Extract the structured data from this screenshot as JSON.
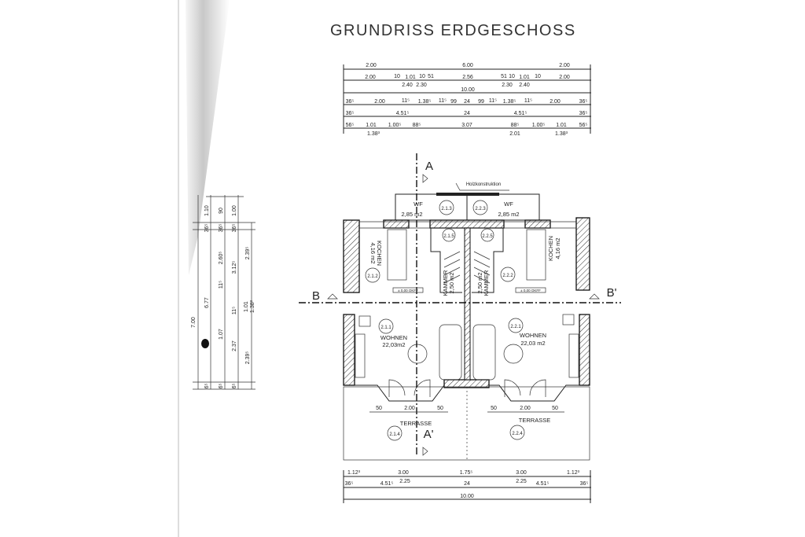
{
  "title": "GRUNDRISS ERDGESCHOSS",
  "top_dims": {
    "r1": [
      "2.00",
      "6.00",
      "2.00"
    ],
    "r2": [
      "2.00",
      "10",
      "1.01",
      "10",
      "51",
      "2.56",
      "51",
      "10",
      "1.01",
      "10",
      "2.00"
    ],
    "r2b": [
      "2.40",
      "2.30",
      "2.30",
      "2.40"
    ],
    "r3": [
      "10.00"
    ],
    "r4": [
      "36⁵",
      "2.00",
      "11⁵",
      "1.38⁵",
      "11⁵",
      "99",
      "24",
      "99",
      "11⁵",
      "1.38⁵",
      "11⁵",
      "2.00",
      "36⁵"
    ],
    "r5": [
      "36⁵",
      "4.51⁵",
      "24",
      "4.51⁵",
      "36⁵"
    ],
    "r6": [
      "56⁵",
      "1.01",
      "1.00⁵",
      "88⁵",
      "3.07",
      "88⁵",
      "1.00⁵",
      "1.01",
      "56⁵"
    ],
    "r6b": [
      "1.38³",
      "2.01",
      "1.38³"
    ]
  },
  "bottom_dims": {
    "r1": [
      "1.12³",
      "3.00",
      "1.75⁵",
      "3.00",
      "1.12³"
    ],
    "r2": [
      "36⁵",
      "4.51⁵",
      "2.25",
      "24",
      "2.25",
      "4.51⁵",
      "36⁵"
    ],
    "r3": [
      "10.00"
    ]
  },
  "left_dims": [
    "7.00",
    "1.10",
    "90",
    "1.00",
    "36⁵",
    "36⁵",
    "36⁵",
    "6.77",
    "2.60⁵",
    "11⁵",
    "1.07",
    "3.12⁵",
    "11⁵",
    "2.37",
    "2.39⁵",
    "1.01",
    "1.38³",
    "2.39⁵",
    "6⁵",
    "6⁵",
    "6⁵"
  ],
  "sections": {
    "a": "A",
    "a_prime": "A'",
    "b": "B",
    "b_prime": "B'"
  },
  "annotations": {
    "holz": "Holzkonstruktion",
    "level_left": "± 0,00 OKFF",
    "level_right": "± 0,00 OKFF"
  },
  "rooms": {
    "wf_left": {
      "name": "WF",
      "area": "2,85 m2",
      "num": "2.1.3"
    },
    "wf_right": {
      "name": "WF",
      "area": "2,85 m2",
      "num": "2.2.3"
    },
    "kochen_left": {
      "name": "KOCHEN",
      "area": "4,16 m2",
      "num": "2.1.2"
    },
    "kochen_right": {
      "name": "KOCHEN",
      "area": "4,16 m2",
      "num": "2.2.2"
    },
    "stair_left": {
      "num": "2.1.5"
    },
    "stair_right": {
      "num": "2.2.5"
    },
    "kammer_left": {
      "name": "KAMMER",
      "area": "2,50 m2"
    },
    "kammer_right": {
      "name": "KAMMER",
      "area": "2,50 m2"
    },
    "wohnen_left": {
      "name": "WOHNEN",
      "area": "22,03m2",
      "num": "2.1.1"
    },
    "wohnen_right": {
      "name": "WOHNEN",
      "area": "22,03 m2",
      "num": "2.2.1"
    },
    "terrasse_left": {
      "name": "TERRASSE",
      "num": "2.1.4"
    },
    "terrasse_right": {
      "name": "TERRASSE",
      "num": "2.2.4"
    }
  },
  "opening_dims": {
    "left": [
      "50",
      "2.00",
      "50"
    ],
    "right": [
      "50",
      "2.00",
      "50"
    ]
  }
}
